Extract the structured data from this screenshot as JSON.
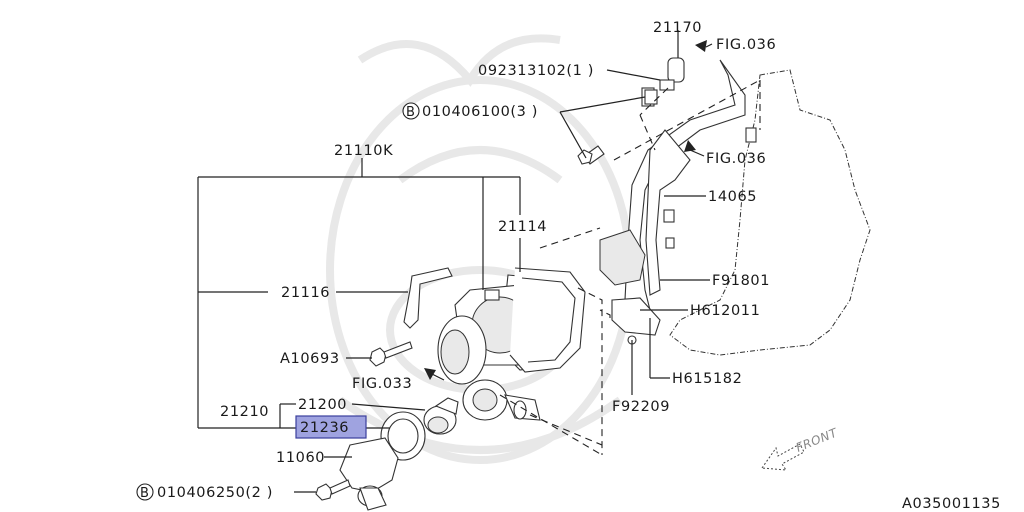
{
  "colors": {
    "highlight": "#9fa3e0",
    "highlight_border": "#3b3f9c",
    "ink": "#1a1a1a",
    "watermark": "#e8e8e8"
  },
  "labels": {
    "p21170": "21170",
    "fig036_top": "FIG.036",
    "p092313102": "092313102(1 )",
    "bolt_marker_1": "B",
    "p010406100": "010406100(3 )",
    "fig036_mid": "FIG.036",
    "p21110k": "21110K",
    "p14065": "14065",
    "p21114": "21114",
    "pf91801": "F91801",
    "p21116": "21116",
    "ph612011": "H612011",
    "pa10693": "A10693",
    "fig033": "FIG.033",
    "ph615182": "H615182",
    "p21200": "21200",
    "pf92209": "F92209",
    "p21210": "21210",
    "p21236": "21236",
    "p11060": "11060",
    "bolt_marker_2": "B",
    "p010406250": "010406250(2 )",
    "front": "FRONT",
    "diagram_id": "A035001135"
  }
}
